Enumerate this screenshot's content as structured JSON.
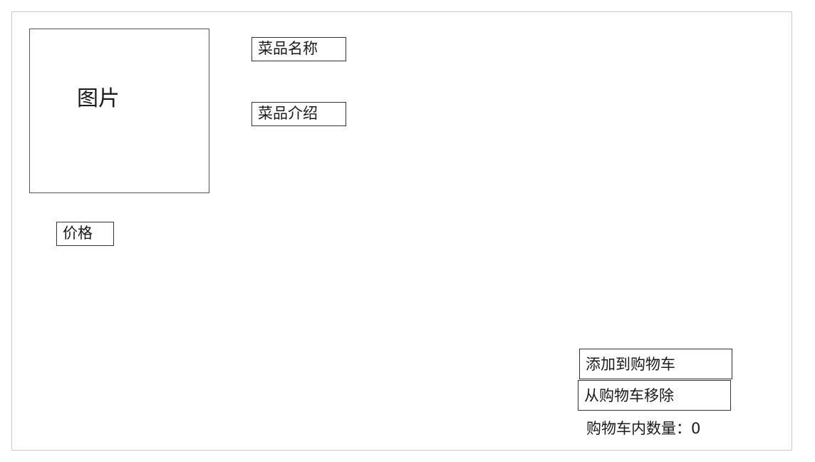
{
  "image_placeholder": {
    "label": "图片"
  },
  "dish": {
    "name_label": "菜品名称",
    "description_label": "菜品介绍",
    "price_label": "价格"
  },
  "cart": {
    "add_button_label": "添加到购物车",
    "remove_button_label": "从购物车移除",
    "count_label": "购物车内数量：",
    "count_value": "0"
  }
}
